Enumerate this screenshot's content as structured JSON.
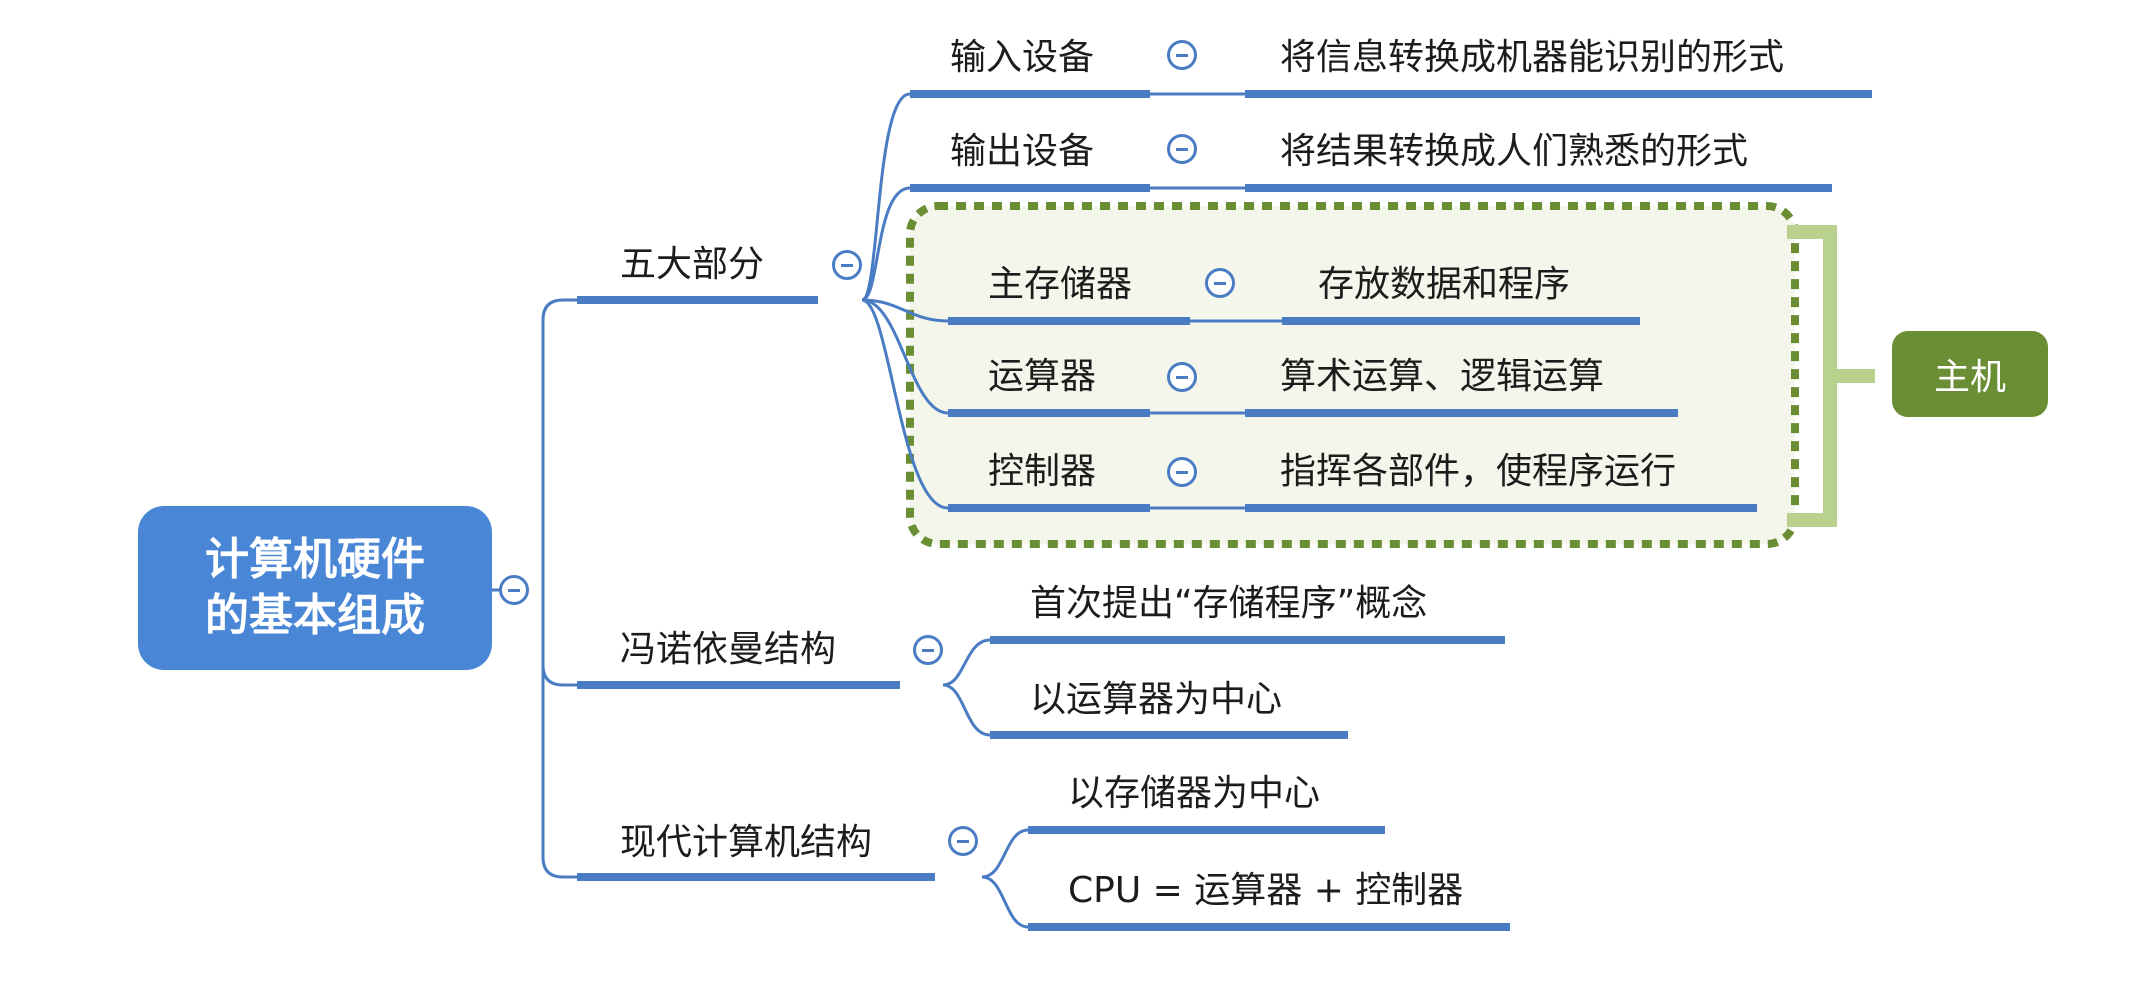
{
  "root": {
    "line1": "计算机硬件",
    "line2": "的基本组成"
  },
  "branches": {
    "five_parts": {
      "label": "五大部分",
      "input": {
        "label": "输入设备",
        "desc": "将信息转换成机器能识别的形式"
      },
      "output": {
        "label": "输出设备",
        "desc": "将结果转换成人们熟悉的形式"
      },
      "memory": {
        "label": "主存储器",
        "desc": "存放数据和程序"
      },
      "alu": {
        "label": "运算器",
        "desc": "算术运算、逻辑运算"
      },
      "control": {
        "label": "控制器",
        "desc": "指挥各部件，使程序运行"
      }
    },
    "von_neumann": {
      "label": "冯诺依曼结构",
      "items": [
        "首次提出“存储程序”概念",
        "以运算器为中心"
      ]
    },
    "modern": {
      "label": "现代计算机结构",
      "items": [
        "以存储器为中心",
        "CPU = 运算器 + 控制器"
      ]
    }
  },
  "host_label": "主机",
  "colors": {
    "branch": "#4a7cc4",
    "root_fill": "#4a86d6",
    "host_fill": "#6a8e34",
    "group_border": "#6a8e34",
    "group_fill": "#f4f6ec",
    "bracket": "#b9d18e"
  }
}
